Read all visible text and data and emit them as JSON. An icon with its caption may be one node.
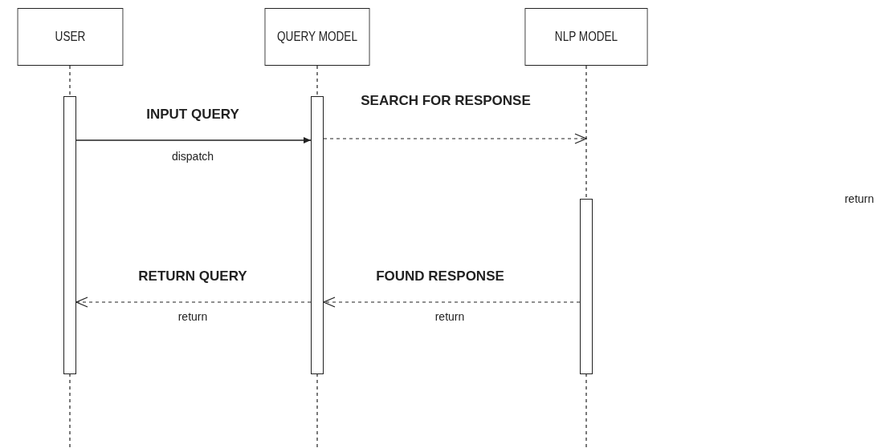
{
  "diagram": {
    "nodes": [
      {
        "text": [
          "USER"
        ]
      },
      {
        "text": [
          "QUERY MODEL"
        ]
      },
      {
        "text": [
          "NLP MODEL"
        ]
      },
      {
        "text": [],
        "shape": "bar",
        "in": 0
      },
      {
        "text": [],
        "shape": "bar",
        "in": 1
      },
      {
        "text": [],
        "shape": "bar",
        "in": 2
      }
    ],
    "edges": [
      {
        "from": 3,
        "to": 4,
        "arrow": "to",
        "label": "INPUT QUERY"
      },
      {
        "from": 4,
        "to": 2,
        "arrow": "to",
        "label": "SEARCH FOR RESPONSE",
        "style": "dashed"
      },
      {
        "from": 5,
        "to": 4,
        "arrow": "to",
        "label": "FOUND RESPONSE",
        "style": "dashed"
      },
      {
        "from": 4,
        "to": 3,
        "arrow": "to",
        "label": "RETURN QUERY",
        "style": "dashed"
      }
    ],
    "labels": [
      "dispatch",
      "return",
      "return",
      "return"
    ]
  }
}
